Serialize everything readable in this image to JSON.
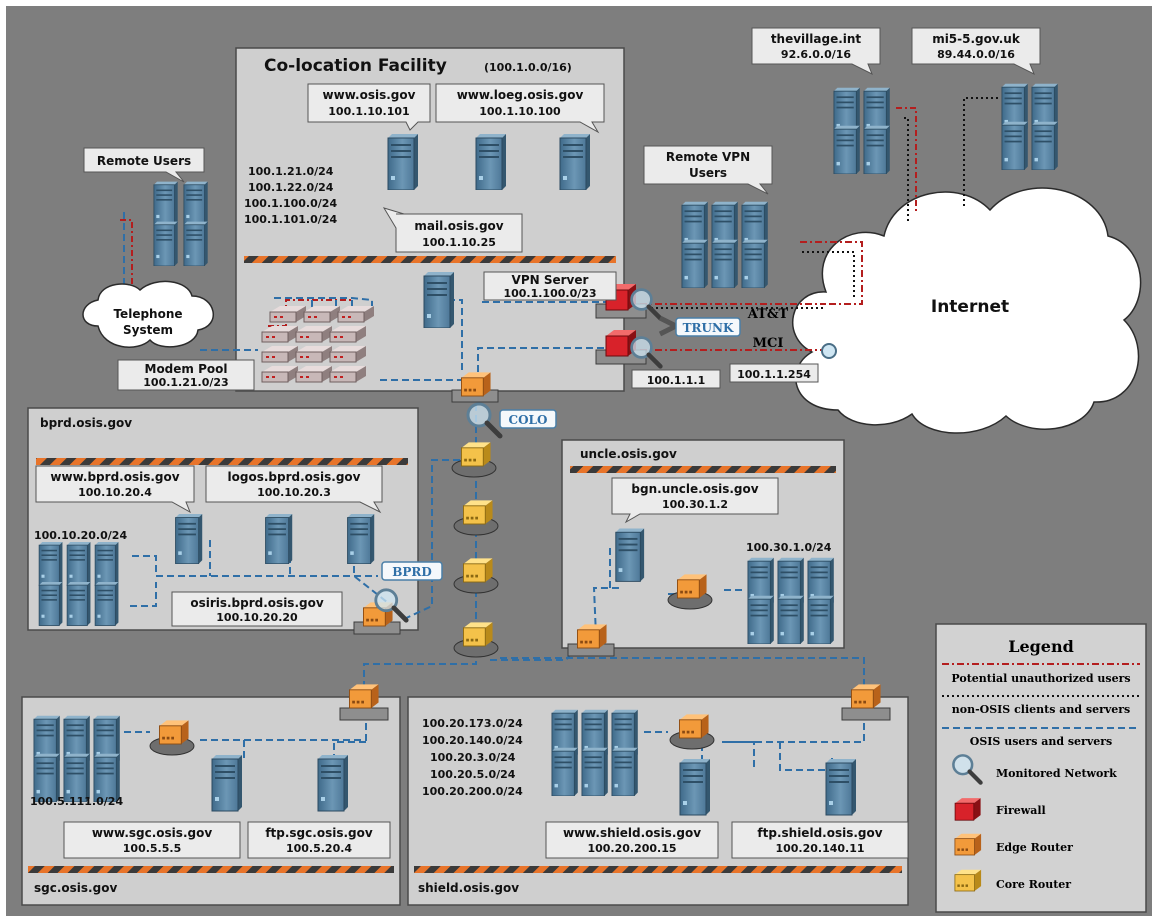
{
  "facility": {
    "name": "Co-location Facility",
    "cidr": "(100.1.0.0/16)"
  },
  "colo": {
    "www": {
      "name": "www.osis.gov",
      "ip": "100.1.10.101"
    },
    "loeg": {
      "name": "www.loeg.osis.gov",
      "ip": "100.1.10.100"
    },
    "mail": {
      "name": "mail.osis.gov",
      "ip": "100.1.10.25"
    },
    "subnets": [
      "100.1.21.0/24",
      "100.1.22.0/24",
      "100.1.100.0/24",
      "100.1.101.0/24"
    ],
    "vpn": {
      "name": "VPN Server",
      "ip": "100.1.100.0/23"
    },
    "modem": {
      "name": "Modem Pool",
      "ip": "100.1.21.0/23"
    }
  },
  "remote_users": "Remote Users",
  "telephone": {
    "line1": "Telephone",
    "line2": "System"
  },
  "remote_vpn": {
    "line1": "Remote VPN",
    "line2": "Users"
  },
  "village": {
    "name": "thevillage.int",
    "ip": "92.6.0.0/16"
  },
  "mi5": {
    "name": "mi5-5.gov.uk",
    "ip": "89.44.0.0/16"
  },
  "internet": "Internet",
  "links": {
    "att": "AT&T",
    "mci": "MCI",
    "trunk": "TRUNK",
    "colo_tag": "COLO",
    "bprd_tag": "BPRD",
    "ip_left": "100.1.1.1",
    "ip_right": "100.1.1.254"
  },
  "bprd": {
    "domain": "bprd.osis.gov",
    "www": {
      "name": "www.bprd.osis.gov",
      "ip": "100.10.20.4"
    },
    "logos": {
      "name": "logos.bprd.osis.gov",
      "ip": "100.10.20.3"
    },
    "osiris": {
      "name": "osiris.bprd.osis.gov",
      "ip": "100.10.20.20"
    },
    "subnet": "100.10.20.0/24"
  },
  "uncle": {
    "domain": "uncle.osis.gov",
    "bgn": {
      "name": "bgn.uncle.osis.gov",
      "ip": "100.30.1.2"
    },
    "subnet": "100.30.1.0/24"
  },
  "sgc": {
    "domain": "sgc.osis.gov",
    "www": {
      "name": "www.sgc.osis.gov",
      "ip": "100.5.5.5"
    },
    "ftp": {
      "name": "ftp.sgc.osis.gov",
      "ip": "100.5.20.4"
    },
    "subnet": "100.5.111.0/24"
  },
  "shield": {
    "domain": "shield.osis.gov",
    "www": {
      "name": "www.shield.osis.gov",
      "ip": "100.20.200.15"
    },
    "ftp": {
      "name": "ftp.shield.osis.gov",
      "ip": "100.20.140.11"
    },
    "subnets": [
      "100.20.173.0/24",
      "100.20.140.0/24",
      "100.20.3.0/24",
      "100.20.5.0/24",
      "100.20.200.0/24"
    ]
  },
  "legend": {
    "title": "Legend",
    "red_dash": "Potential unauthorized users",
    "dotted": "non-OSIS clients and servers",
    "blue_dash": "OSIS users and servers",
    "monitored": "Monitored Network",
    "firewall": "Firewall",
    "edge": "Edge Router",
    "core": "Core Router"
  },
  "colors": {
    "background": "#7e7e7e",
    "panel": "#cfcfcf",
    "server": "#5d88a6",
    "edge_router": "#f29a3a",
    "core_router": "#f4c24a",
    "firewall": "#d8222a",
    "blue_link": "#2f6fa7",
    "red_link": "#b41e1e"
  }
}
